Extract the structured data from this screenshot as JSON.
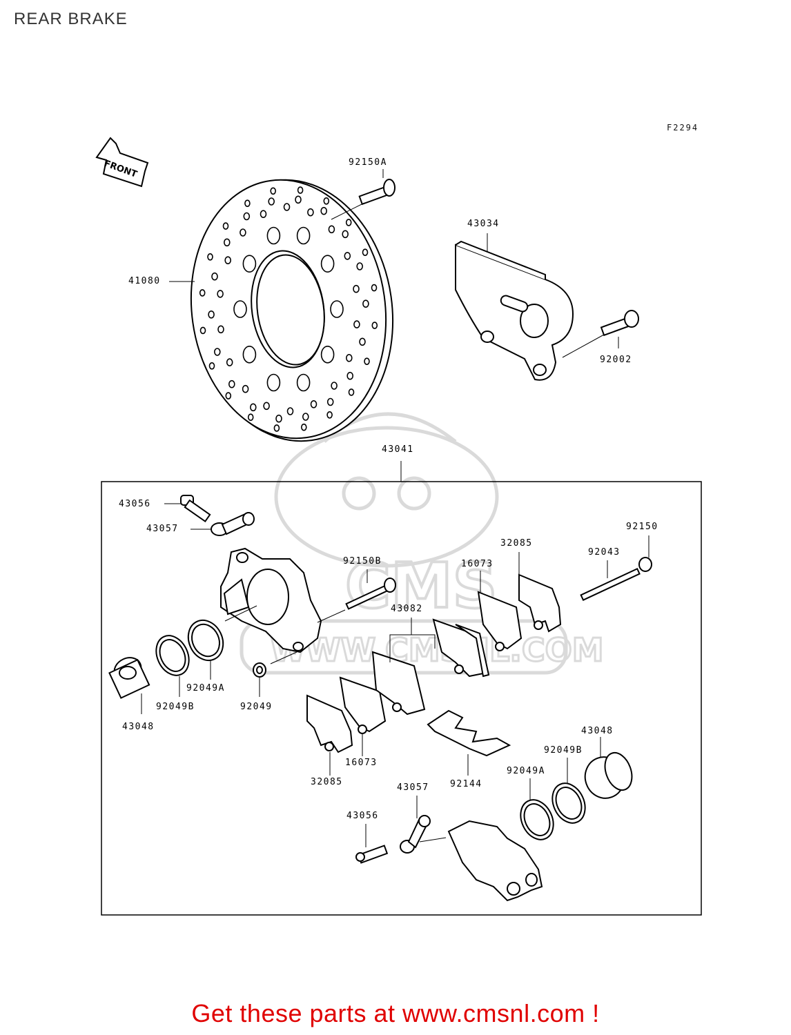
{
  "page": {
    "title": "REAR BRAKE",
    "figure_code": "F2294"
  },
  "front_arrow": {
    "label": "FRONT"
  },
  "watermark": {
    "text": "CMS",
    "url": "WWW.CMSNL.COM"
  },
  "parts": [
    {
      "id": "p-41080",
      "number": "41080"
    },
    {
      "id": "p-92150A",
      "number": "92150A"
    },
    {
      "id": "p-43034",
      "number": "43034"
    },
    {
      "id": "p-92002",
      "number": "92002"
    },
    {
      "id": "p-43041",
      "number": "43041"
    },
    {
      "id": "p-43056-top",
      "number": "43056"
    },
    {
      "id": "p-43057-top",
      "number": "43057"
    },
    {
      "id": "p-92150",
      "number": "92150"
    },
    {
      "id": "p-32085-top",
      "number": "32085"
    },
    {
      "id": "p-92043",
      "number": "92043"
    },
    {
      "id": "p-92150B",
      "number": "92150B"
    },
    {
      "id": "p-16073-top",
      "number": "16073"
    },
    {
      "id": "p-43082",
      "number": "43082"
    },
    {
      "id": "p-92049A-left",
      "number": "92049A"
    },
    {
      "id": "p-92049B-left",
      "number": "92049B"
    },
    {
      "id": "p-92049",
      "number": "92049"
    },
    {
      "id": "p-43048-left",
      "number": "43048"
    },
    {
      "id": "p-16073-bottom",
      "number": "16073"
    },
    {
      "id": "p-32085-bottom",
      "number": "32085"
    },
    {
      "id": "p-92144",
      "number": "92144"
    },
    {
      "id": "p-43048-right",
      "number": "43048"
    },
    {
      "id": "p-92049B-right",
      "number": "92049B"
    },
    {
      "id": "p-92049A-right",
      "number": "92049A"
    },
    {
      "id": "p-43057-bottom",
      "number": "43057"
    },
    {
      "id": "p-43056-bottom",
      "number": "43056"
    }
  ],
  "footer": {
    "text": "Get these parts at www.cmsnl.com !"
  },
  "colors": {
    "footer": "#e00000",
    "lines": "#000000",
    "watermark": "#d8d8d8"
  }
}
